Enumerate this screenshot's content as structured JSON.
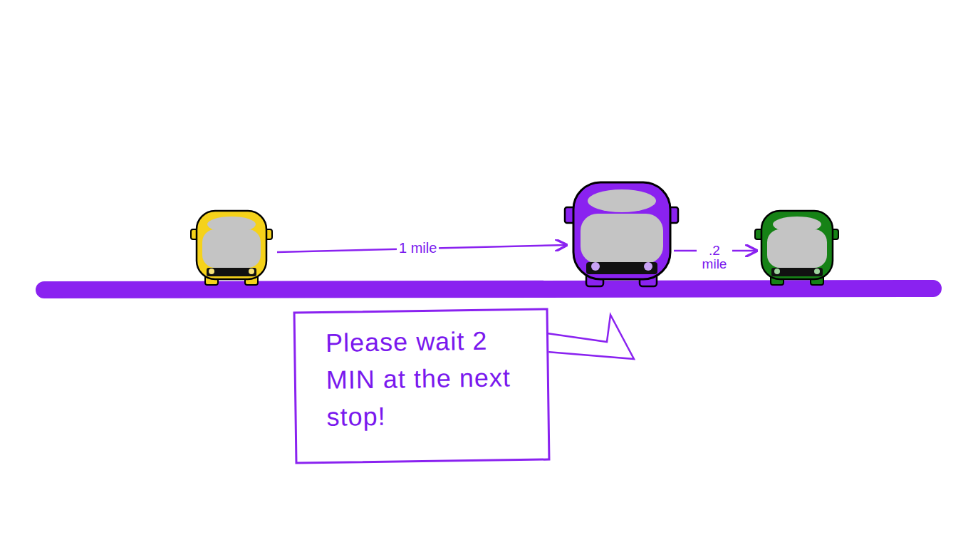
{
  "diagram": {
    "nodes": [
      {
        "text": [
          "Please wait 2 MIN at the next stop!"
        ]
      }
    ],
    "labels": [
      "1 mile",
      ".2 mile"
    ]
  }
}
